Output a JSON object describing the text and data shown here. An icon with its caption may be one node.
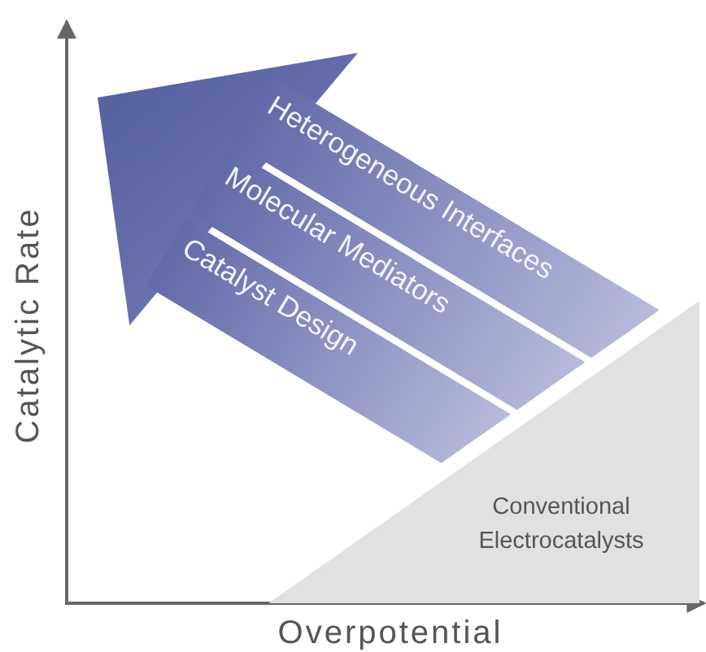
{
  "diagram": {
    "nodes": [
      {
        "text": [
          "Heterogeneous Interfaces",
          "Molecular Mediators",
          "Catalyst Design"
        ]
      },
      {
        "text": [
          "Conventional Electrocatalysts"
        ]
      }
    ],
    "labels": [
      "Catalytic Rate",
      "Overpotential"
    ]
  }
}
